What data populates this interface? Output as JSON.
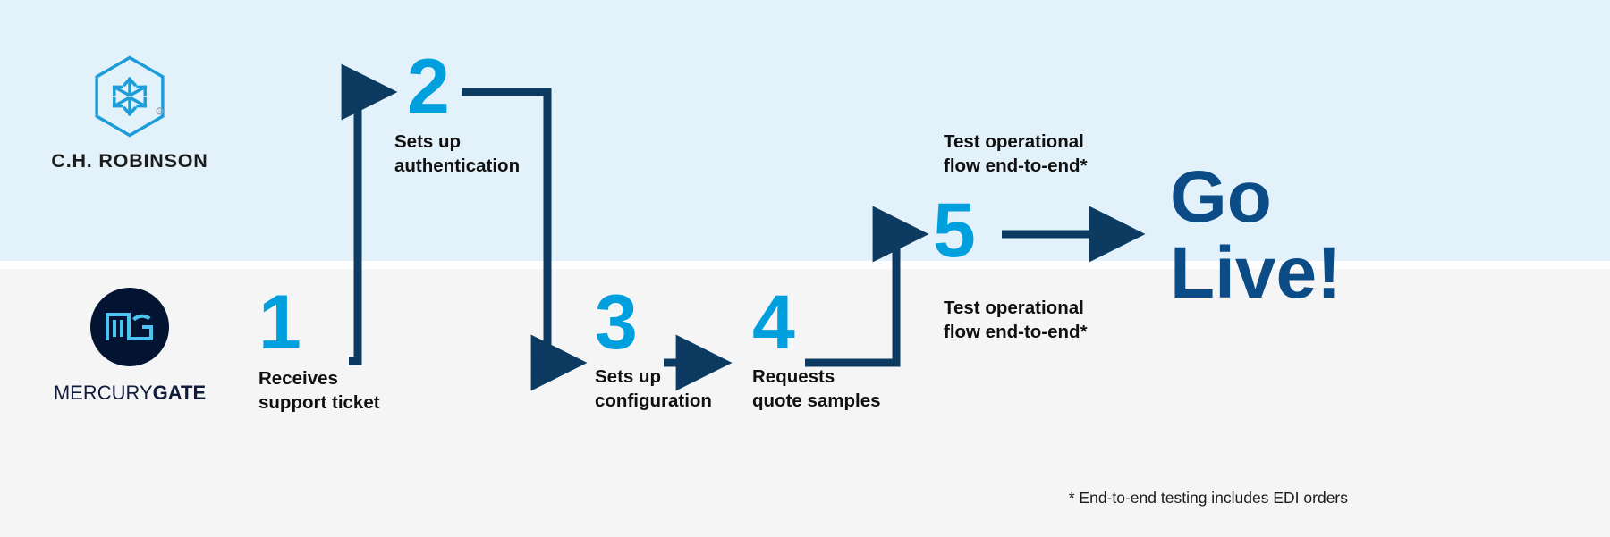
{
  "bands": {
    "top_color": "#e2f1fa",
    "bottom_color": "#f5f5f6"
  },
  "colors": {
    "step_number": "#00a0df",
    "arrow": "#0c3a60",
    "go_live": "#0b4b86",
    "label_text": "#101010",
    "mg_circle": "#031433",
    "mg_mark": "#4cc3f0",
    "chr_mark": "#1b9dd9"
  },
  "logos": {
    "chrobinson": {
      "icon": "cube-hexagon-icon",
      "wordmark": "C.H. ROBINSON",
      "registered_mark": "®"
    },
    "mercurygate": {
      "icon": "mg-monogram-icon",
      "wordmark_light": "MERCURY",
      "wordmark_bold": "GATE"
    }
  },
  "steps": [
    {
      "number": "1",
      "label": "Receives\nsupport ticket",
      "lane": "bottom"
    },
    {
      "number": "2",
      "label": "Sets up\nauthentication",
      "lane": "top"
    },
    {
      "number": "3",
      "label": "Sets up\nconfiguration",
      "lane": "bottom"
    },
    {
      "number": "4",
      "label": "Requests\nquote samples",
      "lane": "bottom"
    },
    {
      "number": "5",
      "label_top": "Test operational\nflow end-to-end*",
      "label_bottom": "Test operational\nflow end-to-end*",
      "lane": "split"
    }
  ],
  "outcome": {
    "text": "Go\nLive!"
  },
  "footnote": {
    "text": "* End-to-end testing includes EDI orders"
  }
}
